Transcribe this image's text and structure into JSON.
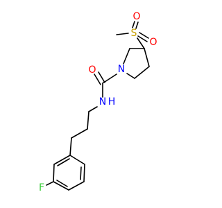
{
  "atoms": {
    "oxygen_carbonyl": "O",
    "nitrogen_amide": "N",
    "hydrogen_amide": "H",
    "nitrogen_ring": "N",
    "sulfur": "S",
    "oxygen_sulfonyl_top": "O",
    "oxygen_sulfonyl_right": "O",
    "fluorine": "F"
  },
  "colors": {
    "bond": "#000000",
    "oxygen": "#ff0000",
    "nitrogen": "#0000ff",
    "sulfur": "#c8a000",
    "fluorine": "#33cc33"
  }
}
